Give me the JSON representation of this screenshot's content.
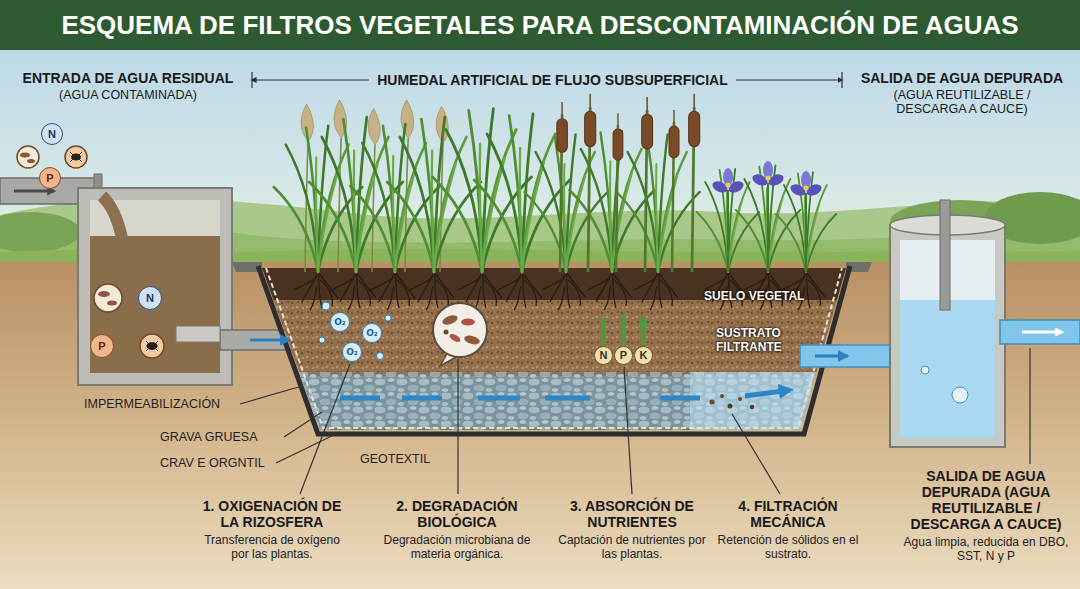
{
  "diagram": {
    "title": "ESQUEMA DE FILTROS VEGETALES PARA DESCONTAMINACIÓN DE AGUAS",
    "nodes": [
      {
        "text": [
          "ENTRADA DE AGUA RESIDUAL",
          "(AGUA CONTAMINADA)"
        ]
      },
      {
        "text": [
          "N"
        ],
        "in": 0
      },
      {
        "text": [
          "P"
        ],
        "in": 0
      },
      {
        "text": [
          "N"
        ],
        "in": 0
      },
      {
        "text": [
          "P"
        ],
        "in": 0
      },
      {
        "text": [
          "HUMEDAL ARTIFICIAL DE FLUJO SUBSUPERFICIAL"
        ]
      },
      {
        "text": [
          "O₂"
        ],
        "in": 5
      },
      {
        "text": [
          "O₂"
        ],
        "in": 5
      },
      {
        "text": [
          "O₂"
        ],
        "in": 5
      },
      {
        "text": [
          "N"
        ],
        "in": 5
      },
      {
        "text": [
          "P"
        ],
        "in": 5
      },
      {
        "text": [
          "K"
        ],
        "in": 5
      },
      {
        "text": [
          "SALIDA DE AGUA DEPURADA",
          "(AGUA REUTILIZABLE / DESCARGA A CAUCE)"
        ]
      }
    ],
    "edges": [
      {
        "from": 0,
        "to": 5,
        "arrow": "to"
      },
      {
        "from": 5,
        "to": 12,
        "arrow": "to"
      }
    ],
    "labels": [
      "SUELO VEGETAL",
      "SUSTRATO FILTRANTE",
      "IMPERMEABILIZACIÓN",
      "GRAVA GRUESA",
      "CRAV E ORGNTIL",
      "GEOTEXTIL",
      "1. OXIGENACIÓN DE LA RIZOSFERA",
      "Transferencia de oxígeno por las plantas.",
      "2. DEGRADACIÓN BIOLÓGICA",
      "Degradación microbiana de materia orgánica.",
      "3. ABSORCIÓN DE NUTRIENTES",
      "Captación de nutrientes por las plantas.",
      "4. FILTRACIÓN MECÁNICA",
      "Retención de sólidos en el sustrato.",
      "SALIDA DE AGUA DEPURADA (AGUA REUTILIZABLE / DESCARGA A CAUCE)",
      "Agua limpia, reducida en DBO, SST, N y P"
    ]
  }
}
